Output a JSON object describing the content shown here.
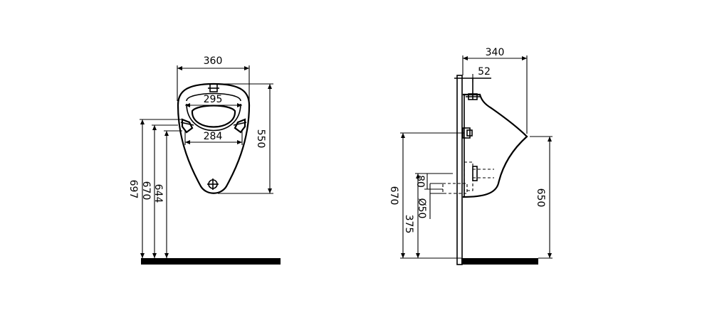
{
  "front_view": {
    "dimensions": {
      "width_overall": "360",
      "inner_width_top": "295",
      "inner_width_bottom": "284",
      "height_overall": "550",
      "height_697": "697",
      "height_670": "670",
      "height_644": "644"
    }
  },
  "side_view": {
    "dimensions": {
      "depth_overall": "340",
      "inlet_offset": "52",
      "height_670": "670",
      "height_650": "650",
      "height_375": "375",
      "outlet_offset": "80",
      "outlet_diameter": "Ø50"
    }
  }
}
